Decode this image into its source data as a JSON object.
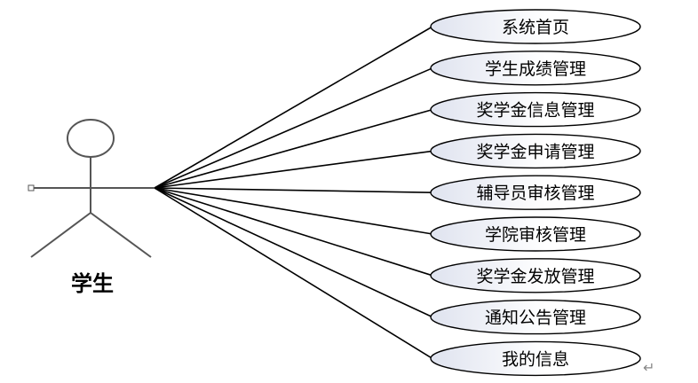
{
  "actor": {
    "label": "学生"
  },
  "use_cases": [
    "系统首页",
    "学生成绩管理",
    "奖学金信息管理",
    "奖学金申请管理",
    "辅导员审核管理",
    "学院审核管理",
    "奖学金发放管理",
    "通知公告管理",
    "我的信息"
  ],
  "paragraph_mark": "↵",
  "colors": {
    "ellipse_fill_light": "#ffffff",
    "ellipse_fill_dark": "#dfe3ef",
    "actor_stroke": "#555555",
    "line": "#000000"
  }
}
